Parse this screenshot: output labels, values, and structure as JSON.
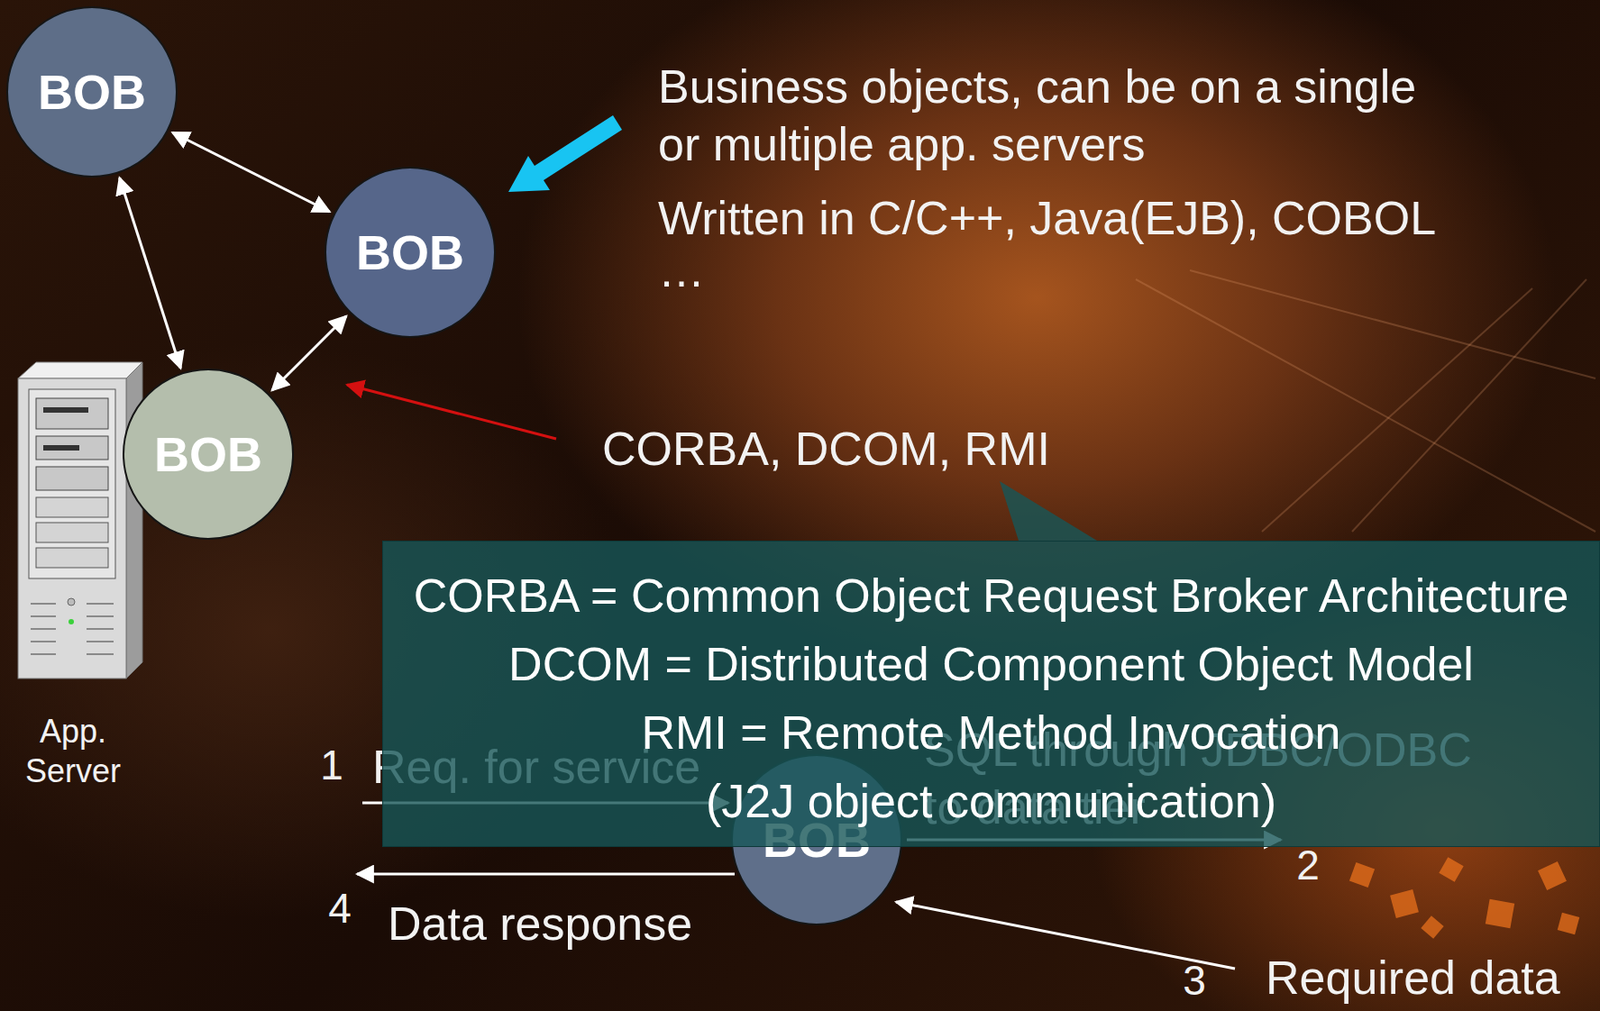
{
  "diagram": {
    "nodes": [
      {
        "text": [
          "BOB"
        ]
      },
      {
        "text": [
          "BOB"
        ]
      },
      {
        "text": [
          "BOB"
        ]
      },
      {
        "text": [
          "CORBA = Common Object Request Broker Architecture",
          "DCOM = Distributed Component Object Model",
          "RMI = Remote Method Invocation",
          "(J2J object communication)"
        ]
      },
      {
        "text": [
          "BOB"
        ]
      }
    ],
    "edges": [
      {
        "from": 0,
        "to": 1,
        "arrow": "both"
      },
      {
        "from": 0,
        "to": 2,
        "arrow": "both"
      },
      {
        "from": 2,
        "to": 1,
        "arrow": "both"
      }
    ],
    "labels": [
      "Business objects, can be on a single or multiple app. servers",
      "Written in C/C++, Java(EJB), COBOL",
      "…",
      "CORBA, DCOM, RMI",
      "App. Server",
      "1",
      "Req. for service",
      "SQL through JDBC/ODBC to data tier",
      "2",
      "3",
      "Required data",
      "4",
      "Data response"
    ]
  }
}
